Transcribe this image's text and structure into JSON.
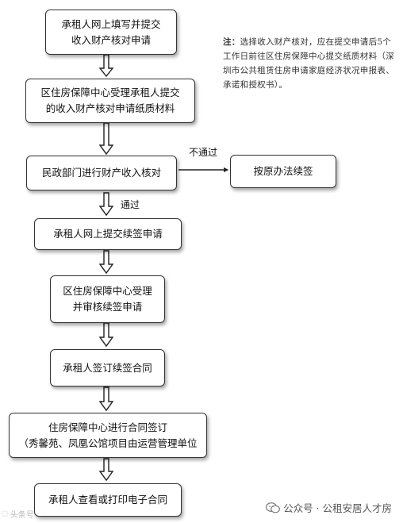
{
  "boxes": {
    "step1": [
      "承租人网上填写并提交",
      "收入财产核对申请"
    ],
    "step2": [
      "区住房保障中心受理承租人提交",
      "的收入财产核对申请纸质材料"
    ],
    "step3": [
      "民政部门进行财产收入核对"
    ],
    "alt": [
      "按原办法续签"
    ],
    "step4": [
      "承租人网上提交续签申请"
    ],
    "step5": [
      "区住房保障中心受理",
      "并审核续签申请"
    ],
    "step6": [
      "承租人签订续签合同"
    ],
    "step7": [
      "住房保障中心进行合同签订",
      "（秀馨苑、凤凰公馆项目由运营管理单位"
    ],
    "step8": [
      "承租人查看或打印电子合同"
    ]
  },
  "labels": {
    "fail": "不通过",
    "pass": "通过"
  },
  "note": {
    "prefix": "注：",
    "text": "选择收入财产核对，应在提交申请后5个工作日前往区住房保障中心提交纸质材料（深圳市公共租赁住房申请家庭经济状况申报表、承诺和授权书）。"
  },
  "watermark": {
    "right": "公众号 · 公租安居人才房",
    "left": "头条号"
  },
  "colors": {
    "border": "#333333",
    "arrow": "#222222"
  }
}
